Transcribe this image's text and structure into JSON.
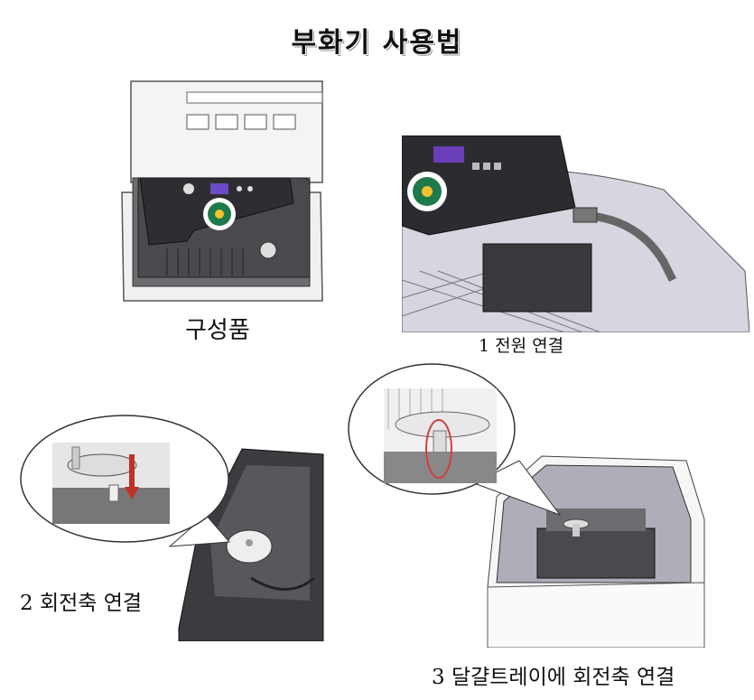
{
  "page": {
    "title": "부화기 사용법"
  },
  "figures": {
    "parts": {
      "caption": "구성품",
      "panel_icon": "incubator-logo-icon"
    },
    "step1": {
      "caption": "1 전원 연결",
      "panel_icon": "incubator-logo-icon"
    },
    "step2": {
      "caption": "2 회전축 연결",
      "pointer_icon": "down-arrow-icon"
    },
    "step3": {
      "caption": "3 달걀트레이에 회전축 연결",
      "highlight_icon": "highlight-ellipse-icon"
    }
  },
  "colors": {
    "arrow": "#c0302a",
    "highlight": "#d04040",
    "lid_dark": "#3b3b3e",
    "lid_tint": "#9a98a8"
  }
}
